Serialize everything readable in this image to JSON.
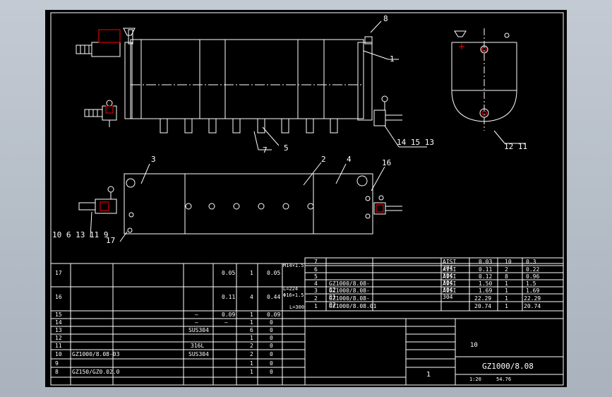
{
  "views": {
    "front": {
      "callouts": [
        "8",
        "1",
        "7",
        "5",
        "14 15 13"
      ]
    },
    "side": {
      "callouts": [
        "12 11"
      ]
    },
    "top": {
      "callouts": [
        "3",
        "2",
        "4",
        "16",
        "10 6 13 11 9",
        "17"
      ]
    }
  },
  "bom_left": [
    {
      "no": "17",
      "code": "",
      "name": "",
      "mat": "",
      "unit": "0.05",
      "qty": "1",
      "total": "0.05"
    },
    {
      "no": "16",
      "code": "",
      "name": "",
      "mat": "",
      "unit": "0.11",
      "qty": "4",
      "total": "0.44"
    },
    {
      "no": "15",
      "code": "",
      "name": "",
      "mat": "—",
      "unit": "0.09",
      "qty": "1",
      "total": "0.09"
    },
    {
      "no": "14",
      "code": "",
      "name": "",
      "mat": "—",
      "unit": "—",
      "qty": "1",
      "total": "0"
    },
    {
      "no": "13",
      "code": "",
      "name": "",
      "mat": "SUS304",
      "unit": "",
      "qty": "6",
      "total": "0"
    },
    {
      "no": "12",
      "code": "",
      "name": "",
      "mat": "",
      "unit": "",
      "qty": "1",
      "total": "0"
    },
    {
      "no": "11",
      "code": "",
      "name": "",
      "mat": "316L",
      "unit": "",
      "qty": "2",
      "total": "0"
    },
    {
      "no": "10",
      "code": "GZ1000/8.08-03",
      "name": "",
      "mat": "SUS304",
      "unit": "",
      "qty": "2",
      "total": "0"
    },
    {
      "no": "9",
      "code": "",
      "name": "",
      "mat": "",
      "unit": "",
      "qty": "1",
      "total": "0"
    },
    {
      "no": "8",
      "code": "GZ150/GZ0.02.0",
      "name": "",
      "mat": "",
      "unit": "",
      "qty": "1",
      "total": "0"
    }
  ],
  "bom_notes": [
    "M14×1.5",
    "L=224",
    "Φ16×1.5",
    "L=300"
  ],
  "bom_right": [
    {
      "no": "7",
      "code": "",
      "mat": "AISI 304",
      "unit": "0.03",
      "qty": "10",
      "total": "0.3"
    },
    {
      "no": "6",
      "code": "",
      "mat": "AISI 304",
      "unit": "0.11",
      "qty": "2",
      "total": "0.22"
    },
    {
      "no": "5",
      "code": "",
      "mat": "AISI 304",
      "unit": "0.12",
      "qty": "8",
      "total": "0.96"
    },
    {
      "no": "4",
      "code": "GZ1000/8.08-02",
      "mat": "AISI 304",
      "unit": "1.50",
      "qty": "1",
      "total": "1.5"
    },
    {
      "no": "3",
      "code": "GZ1000/8.08-01",
      "mat": "AISI 304",
      "unit": "1.69",
      "qty": "1",
      "total": "1.69"
    },
    {
      "no": "2",
      "code": "GZ1000/8.08-02",
      "mat": "",
      "unit": "22.29",
      "qty": "1",
      "total": "22.29"
    },
    {
      "no": "1",
      "code": "GZ1000/8.08.01",
      "mat": "",
      "unit": "20.74",
      "qty": "1",
      "total": "20.74"
    }
  ],
  "title_block": {
    "title": "10",
    "drawing_no": "GZ1000/8.08",
    "sheet_label": "1",
    "scale": "1:20",
    "weight": "54.76",
    "code_label": "GZ1000/8.08"
  },
  "colors": {
    "background": "#000000",
    "line": "#ffffff",
    "accent": "#ff0000",
    "frame": "#ffffff"
  }
}
